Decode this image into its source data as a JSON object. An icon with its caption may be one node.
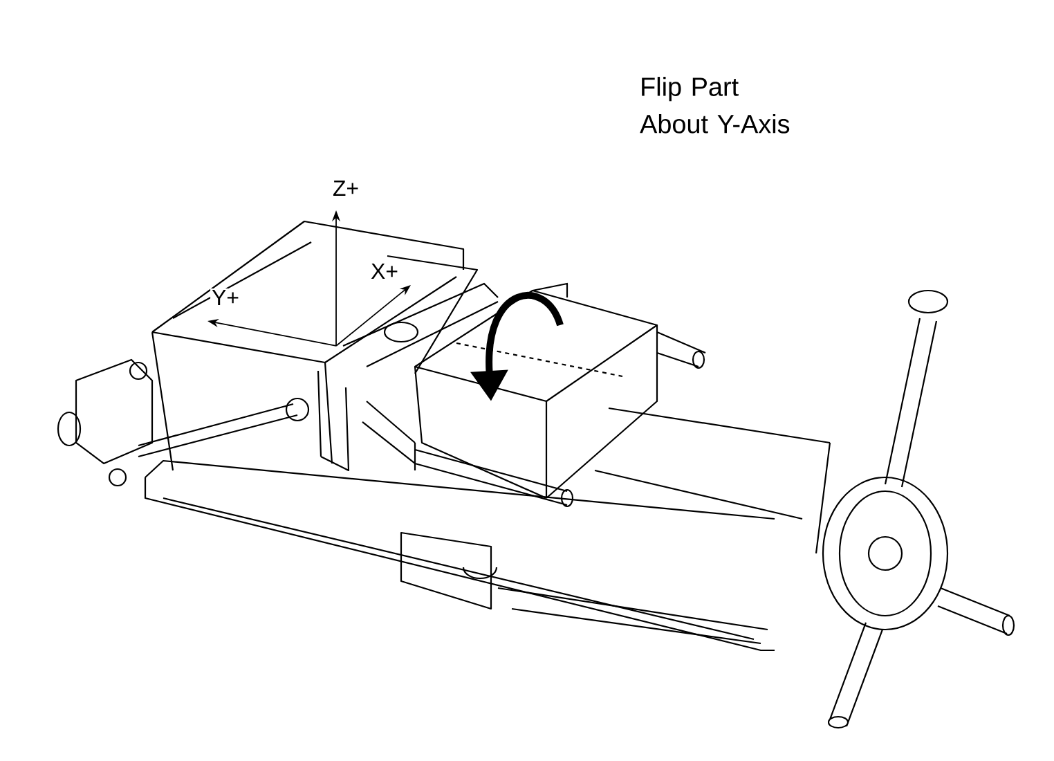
{
  "diagram": {
    "labels": [
      "Flip Part About Y-Axis",
      "Z+",
      "X+",
      "Y+"
    ]
  }
}
